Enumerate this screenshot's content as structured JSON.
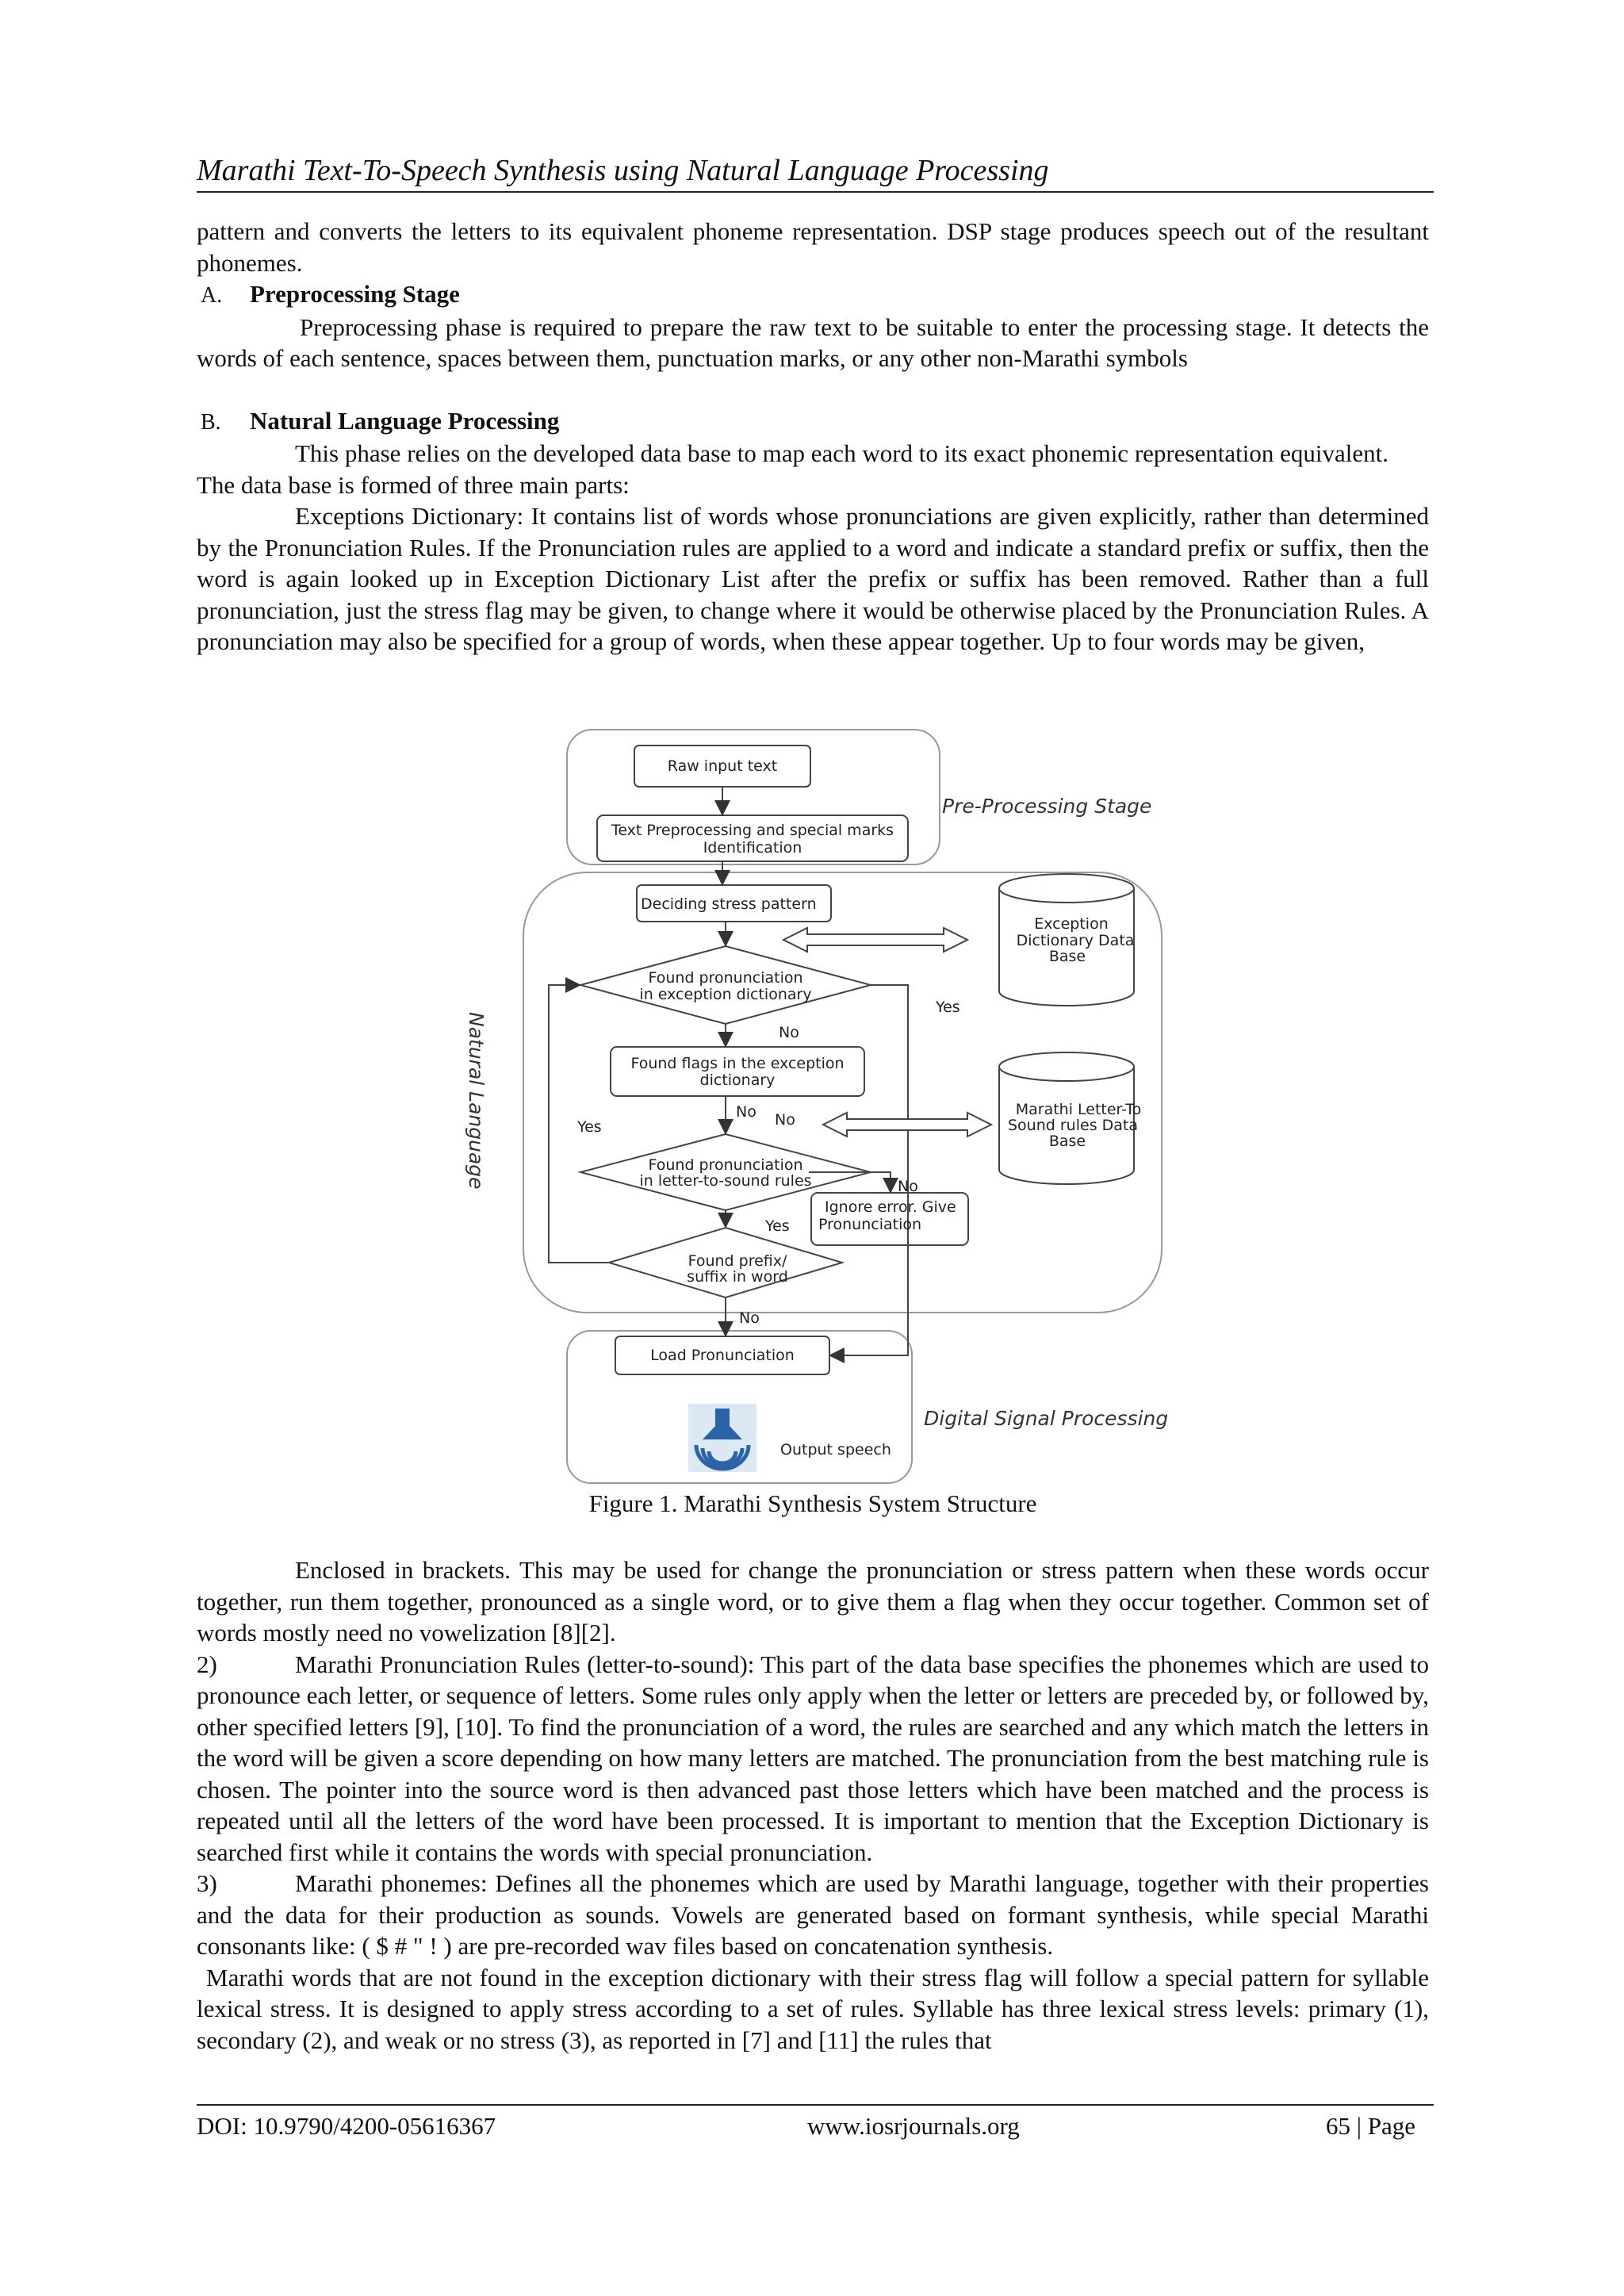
{
  "header": {
    "running_title": "Marathi Text-To-Speech Synthesis using Natural Language Processing"
  },
  "intro": "pattern and converts the letters to its equivalent phoneme representation. DSP stage produces speech out of the resultant phonemes.",
  "section_a": {
    "letter": "A.",
    "title": "Preprocessing Stage",
    "body": "Preprocessing phase is required to prepare the raw text to be suitable to enter the processing stage. It detects the words of each sentence, spaces between them, punctuation marks, or any other non-Marathi symbols"
  },
  "section_b": {
    "letter": "B.",
    "title": "Natural Language Processing",
    "p1": "This phase relies on the developed data base to map each word to its exact phonemic representation equivalent. The data base is formed of three main parts:",
    "p2": "Exceptions Dictionary: It contains list of words whose pronunciations are given explicitly, rather than determined by the Pronunciation Rules. If the Pronunciation rules are applied to a word and indicate a standard prefix or suffix, then the word is again looked up in Exception Dictionary List after the prefix or suffix has been removed. Rather than a full pronunciation, just the stress flag may be given, to change where it would be otherwise placed by the Pronunciation Rules. A pronunciation may also be specified for a group of words, when these appear together. Up to four words may be given,"
  },
  "figure": {
    "caption": "Figure 1. Marathi Synthesis System Structure",
    "stage_labels": {
      "pre": "Pre-Processing Stage",
      "nlp": "Natural Language",
      "dsp": "Digital Signal Processing"
    },
    "boxes": {
      "raw_input": "Raw input text",
      "text_pre_1": "Text Preprocessing and special marks",
      "text_pre_2": "Identification",
      "deciding": "Deciding stress pattern",
      "found_flags_1": "Found flags in the exception",
      "found_flags_2": "dictionary",
      "ignore_1": "Ignore error. Give",
      "ignore_2": "Pronunciation",
      "load": "Load Pronunciation",
      "output": "Output speech"
    },
    "decisions": {
      "d1_1": "Found pronunciation",
      "d1_2": "in exception dictionary",
      "d2_1": "Found pronunciation",
      "d2_2": "in letter-to-sound rules",
      "d3_1": "Found prefix/",
      "d3_2": "suffix in word"
    },
    "databases": {
      "exc_1": "Exception",
      "exc_2": "Dictionary Data",
      "exc_3": "Base",
      "lts_1": "Marathi Letter-To",
      "lts_2": "Sound rules Data",
      "lts_3": "Base"
    },
    "edge_labels": {
      "yes_d1": "Yes",
      "no_d1": "No",
      "no_flags": "No",
      "no_mid": "No",
      "yes_left": "Yes",
      "no_d2": "No",
      "yes_d2": "Yes",
      "no_d3": "No"
    }
  },
  "after_figure": {
    "p1": "Enclosed in brackets. This may be used for change the pronunciation or stress pattern when these words occur together, run them together, pronounced as a single word, or to give them a flag when they occur together. Common set of words mostly need no vowelization [8][2].",
    "item2_num": "2)",
    "item2": "Marathi Pronunciation Rules (letter-to-sound):  This part of the data base specifies the phonemes which are used to pronounce each letter, or sequence of letters. Some rules only apply when the letter or letters are preceded by, or followed by, other specified letters [9], [10]. To find the pronunciation of a word, the rules are searched and any which match the letters in the word will be given a score depending on how many letters are matched. The pronunciation from the best matching rule is chosen. The pointer into the source word is then advanced past those letters which have been matched and the process is repeated until all the letters of the word have been processed. It is important to mention that the Exception Dictionary is searched first while it contains the words with special pronunciation.",
    "item3_num": "3)",
    "item3": "Marathi phonemes: Defines all the phonemes which are used by Marathi language, together with their properties and the data for their production as sounds. Vowels are generated based on formant synthesis, while special Marathi consonants like: ( $ # \" !   ) are pre-recorded wav files based on concatenation synthesis.",
    "p_last": "Marathi words that are not found in the exception dictionary with their stress flag will follow a special pattern for syllable lexical stress. It is designed to apply stress according to a set of rules. Syllable has three lexical stress levels: primary (1), secondary (2), and weak or no stress (3), as reported in [7] and [11] the rules that"
  },
  "footer": {
    "doi": "DOI: 10.9790/4200-05616367",
    "website": "www.iosrjournals.org",
    "page": "65 | Page"
  }
}
